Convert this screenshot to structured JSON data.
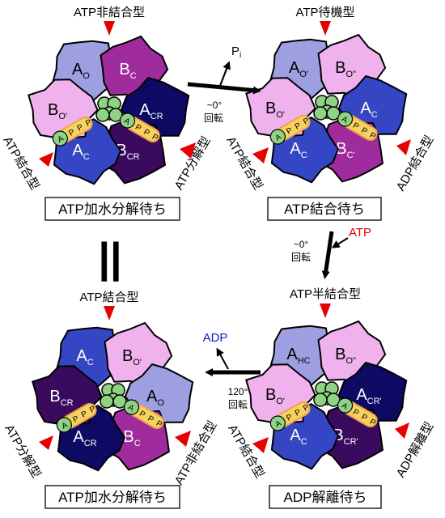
{
  "colors": {
    "light_blue": "#9e9fe0",
    "blue": "#3546c4",
    "pink": "#f0b2ec",
    "magenta": "#a02b9c",
    "dark_purple": "#3a0a5e",
    "navy": "#0d0a63",
    "green": "#8fd485",
    "yellow": "#f5d35e",
    "orange": "#f0a050",
    "red": "#e60000",
    "adp_blue": "#1020c8"
  },
  "states": [
    {
      "id": "s1",
      "top_label": "ATP非結合型",
      "caption": "ATP加水分解待ち",
      "side_left": "ATP結合型",
      "side_right": "ATP分解型",
      "subunits": [
        {
          "base": "A",
          "sub": "O",
          "color": "light_blue"
        },
        {
          "base": "B",
          "sub": "C",
          "color": "magenta"
        },
        {
          "base": "A",
          "sub": "CR",
          "color": "navy"
        },
        {
          "base": "B",
          "sub": "CR",
          "color": "dark_purple"
        },
        {
          "base": "A",
          "sub": "C",
          "color": "blue"
        },
        {
          "base": "B",
          "sub": "O'",
          "color": "pink"
        }
      ],
      "ligand_letters": [
        "A",
        "P",
        "P",
        "P"
      ]
    },
    {
      "id": "s2",
      "top_label": "ATP待機型",
      "caption": "ATP結合待ち",
      "side_left": "ATP結合型",
      "side_right": "ADP結合型",
      "subunits": [
        {
          "base": "A",
          "sub": "O'",
          "color": "light_blue"
        },
        {
          "base": "B",
          "sub": "O\"",
          "color": "pink"
        },
        {
          "base": "A",
          "sub": "C",
          "color": "blue"
        },
        {
          "base": "B",
          "sub": "C'",
          "color": "magenta"
        },
        {
          "base": "A",
          "sub": "C",
          "color": "blue"
        },
        {
          "base": "B",
          "sub": "O'",
          "color": "pink"
        }
      ],
      "ligand_letters": [
        "A",
        "P",
        "P",
        "P"
      ]
    },
    {
      "id": "s3",
      "top_label": "ATP半結合型",
      "caption": "ADP解離待ち",
      "side_left": "ATP結合型",
      "side_right": "ADP解離型",
      "subunits": [
        {
          "base": "A",
          "sub": "HC",
          "color": "light_blue"
        },
        {
          "base": "B",
          "sub": "O\"",
          "color": "pink"
        },
        {
          "base": "A",
          "sub": "CR'",
          "color": "navy"
        },
        {
          "base": "B",
          "sub": "CR'",
          "color": "dark_purple"
        },
        {
          "base": "A",
          "sub": "C",
          "color": "blue"
        },
        {
          "base": "B",
          "sub": "O'",
          "color": "pink"
        }
      ],
      "ligand_letters": [
        "A",
        "P",
        "P",
        "P"
      ]
    },
    {
      "id": "s4",
      "top_label": "ATP結合型",
      "caption": "ATP加水分解待ち",
      "side_left": "ATP分解型",
      "side_right": "ATP非結合型",
      "subunits": [
        {
          "base": "A",
          "sub": "C",
          "color": "blue"
        },
        {
          "base": "B",
          "sub": "O'",
          "color": "pink"
        },
        {
          "base": "A",
          "sub": "O",
          "color": "light_blue"
        },
        {
          "base": "B",
          "sub": "C",
          "color": "magenta"
        },
        {
          "base": "A",
          "sub": "CR",
          "color": "navy"
        },
        {
          "base": "B",
          "sub": "CR",
          "color": "dark_purple"
        }
      ],
      "ligand_letters": [
        "A",
        "P",
        "P",
        "P"
      ]
    }
  ],
  "transitions": {
    "t1": {
      "rotation": "~0°",
      "unit": "回転",
      "product": "P",
      "product_sub": "i"
    },
    "t2": {
      "rotation": "~0°",
      "unit": "回転",
      "substrate": "ATP"
    },
    "t3": {
      "rotation": "120°",
      "unit": "回転",
      "product": "ADP"
    }
  },
  "equivalence": "||"
}
